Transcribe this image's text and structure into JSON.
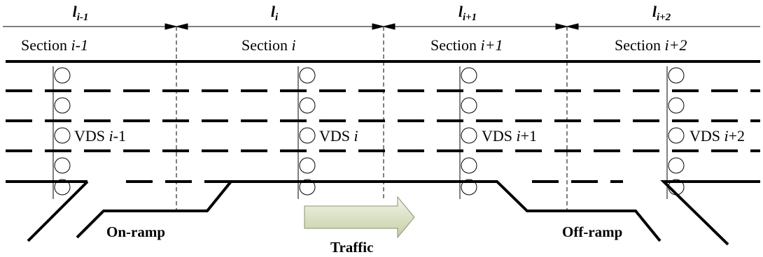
{
  "sections": [
    {
      "length_main": "l",
      "length_sub": "i-1",
      "label_prefix": "Section ",
      "label_var": "i-1"
    },
    {
      "length_main": "l",
      "length_sub": "i",
      "label_prefix": "Section ",
      "label_var": "i"
    },
    {
      "length_main": "l",
      "length_sub": "i+1",
      "label_prefix": "Section ",
      "label_var": "i+1"
    },
    {
      "length_main": "l",
      "length_sub": "i+2",
      "label_prefix": "Section ",
      "label_var": "i+2"
    }
  ],
  "detectors": [
    {
      "prefix": "VDS ",
      "var": "i",
      "suffix": "-1"
    },
    {
      "prefix": "VDS ",
      "var": "i",
      "suffix": ""
    },
    {
      "prefix": "VDS ",
      "var": "i",
      "suffix": "+1"
    },
    {
      "prefix": "VDS ",
      "var": "i",
      "suffix": "+2"
    }
  ],
  "ramps": {
    "on_ramp": "On-ramp",
    "off_ramp": "Off-ramp"
  },
  "traffic_label": "Traffic",
  "colors": {
    "line": "#000000",
    "arrow_fill_light": "#f2f4e6",
    "arrow_fill_dark": "#c5cfa5",
    "arrow_stroke": "#8a9475"
  }
}
